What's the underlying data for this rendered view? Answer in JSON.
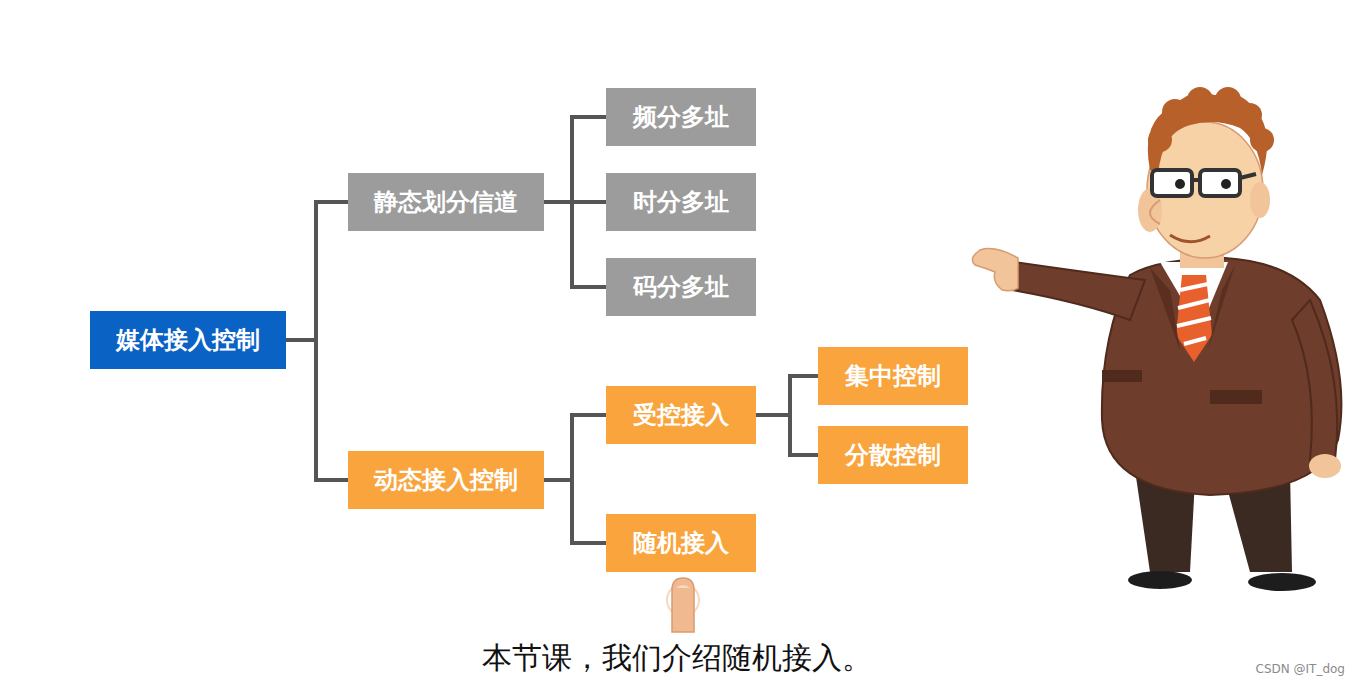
{
  "diagram": {
    "caption": "本节课，我们介绍随机接入。",
    "nodes": [
      {
        "text": [
          "媒体接入控制"
        ]
      },
      {
        "text": [
          "静态划分信道"
        ]
      },
      {
        "text": [
          "频分多址"
        ]
      },
      {
        "text": [
          "时分多址"
        ]
      },
      {
        "text": [
          "码分多址"
        ]
      },
      {
        "text": [
          "动态接入控制"
        ]
      },
      {
        "text": [
          "受控接入"
        ]
      },
      {
        "text": [
          "集中控制"
        ]
      },
      {
        "text": [
          "分散控制"
        ]
      },
      {
        "text": [
          "随机接入"
        ]
      }
    ],
    "edges": [
      {
        "from": 0,
        "to": 1,
        "arrow": "none"
      },
      {
        "from": 0,
        "to": 5,
        "arrow": "none"
      },
      {
        "from": 1,
        "to": 2,
        "arrow": "none"
      },
      {
        "from": 1,
        "to": 3,
        "arrow": "none"
      },
      {
        "from": 1,
        "to": 4,
        "arrow": "none"
      },
      {
        "from": 5,
        "to": 6,
        "arrow": "none"
      },
      {
        "from": 5,
        "to": 9,
        "arrow": "none"
      },
      {
        "from": 6,
        "to": 7,
        "arrow": "none"
      },
      {
        "from": 6,
        "to": 8,
        "arrow": "none"
      }
    ],
    "labels": [
      "CSDN @IT_dog"
    ]
  }
}
